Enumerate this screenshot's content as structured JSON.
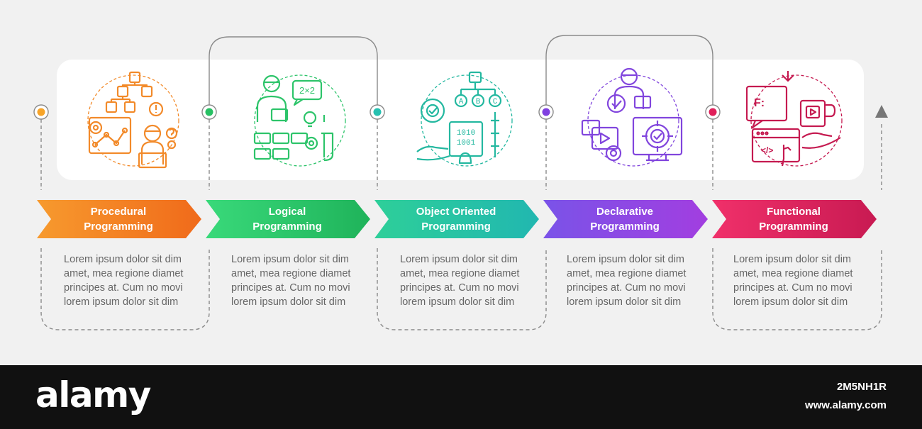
{
  "colors": {
    "background": "#f1f1f1",
    "panel": "#ffffff",
    "connector": "#8a8a8a",
    "footer": "#111111"
  },
  "steps": [
    {
      "title": "Procedural\nProgramming",
      "icon": "procedural-programming-icon",
      "color_start": "#f79a2e",
      "color_end": "#f06a1a",
      "dot_color": "#f7a428",
      "desc": [
        "Lorem ipsum dolor sit dim",
        "amet, mea regione diamet",
        "principes at. Cum no movi",
        "lorem ipsum dolor sit dim"
      ]
    },
    {
      "title": "Logical\nProgramming",
      "icon": "logical-programming-icon",
      "color_start": "#39d97a",
      "color_end": "#1fb35a",
      "dot_color": "#27c063",
      "desc": [
        "Lorem ipsum dolor sit dim",
        "amet, mea regione diamet",
        "principes at. Cum no movi",
        "lorem ipsum dolor sit dim"
      ]
    },
    {
      "title": "Object Oriented\nProgramming",
      "icon": "object-oriented-programming-icon",
      "color_start": "#2ecf99",
      "color_end": "#21b7b0",
      "dot_color": "#26c0b0",
      "desc": [
        "Lorem ipsum dolor sit dim",
        "amet, mea regione diamet",
        "principes at. Cum no movi",
        "lorem ipsum dolor sit dim"
      ]
    },
    {
      "title": "Declarative\nProgramming",
      "icon": "declarative-programming-icon",
      "color_start": "#7a53e8",
      "color_end": "#a23ee0",
      "dot_color": "#8040e0",
      "desc": [
        "Lorem ipsum dolor sit dim",
        "amet, mea regione diamet",
        "principes at. Cum no movi",
        "lorem ipsum dolor sit dim"
      ]
    },
    {
      "title": "Functional\nProgramming",
      "icon": "functional-programming-icon",
      "color_start": "#f0306a",
      "color_end": "#c81a52",
      "dot_color": "#e0205a",
      "desc": [
        "Lorem ipsum dolor sit dim",
        "amet, mea regione diamet",
        "principes at. Cum no movi",
        "lorem ipsum dolor sit dim"
      ]
    }
  ],
  "footer": {
    "brand": "alamy",
    "image_id": "2M5NH1R",
    "site": "www.alamy.com"
  }
}
